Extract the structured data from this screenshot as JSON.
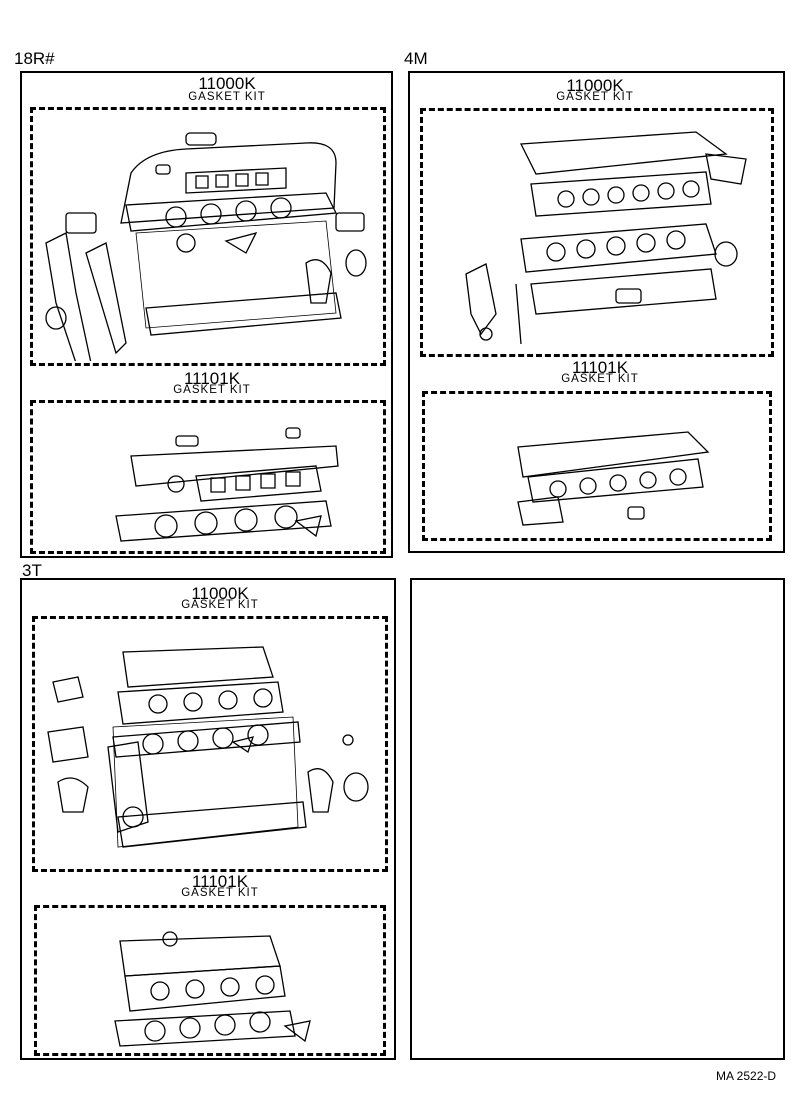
{
  "page": {
    "code": "MA 2522-D"
  },
  "groups": [
    {
      "engine": "18R#",
      "kits": [
        {
          "number": "11000K",
          "name": "GASKET KIT"
        },
        {
          "number": "11101K",
          "name": "GASKET KIT"
        }
      ]
    },
    {
      "engine": "4M",
      "kits": [
        {
          "number": "11000K",
          "name": "GASKET KIT"
        },
        {
          "number": "11101K",
          "name": "GASKET KIT"
        }
      ]
    },
    {
      "engine": "3T",
      "kits": [
        {
          "number": "11000K",
          "name": "GASKET KIT"
        },
        {
          "number": "11101K",
          "name": "GASKET KIT"
        }
      ]
    }
  ]
}
